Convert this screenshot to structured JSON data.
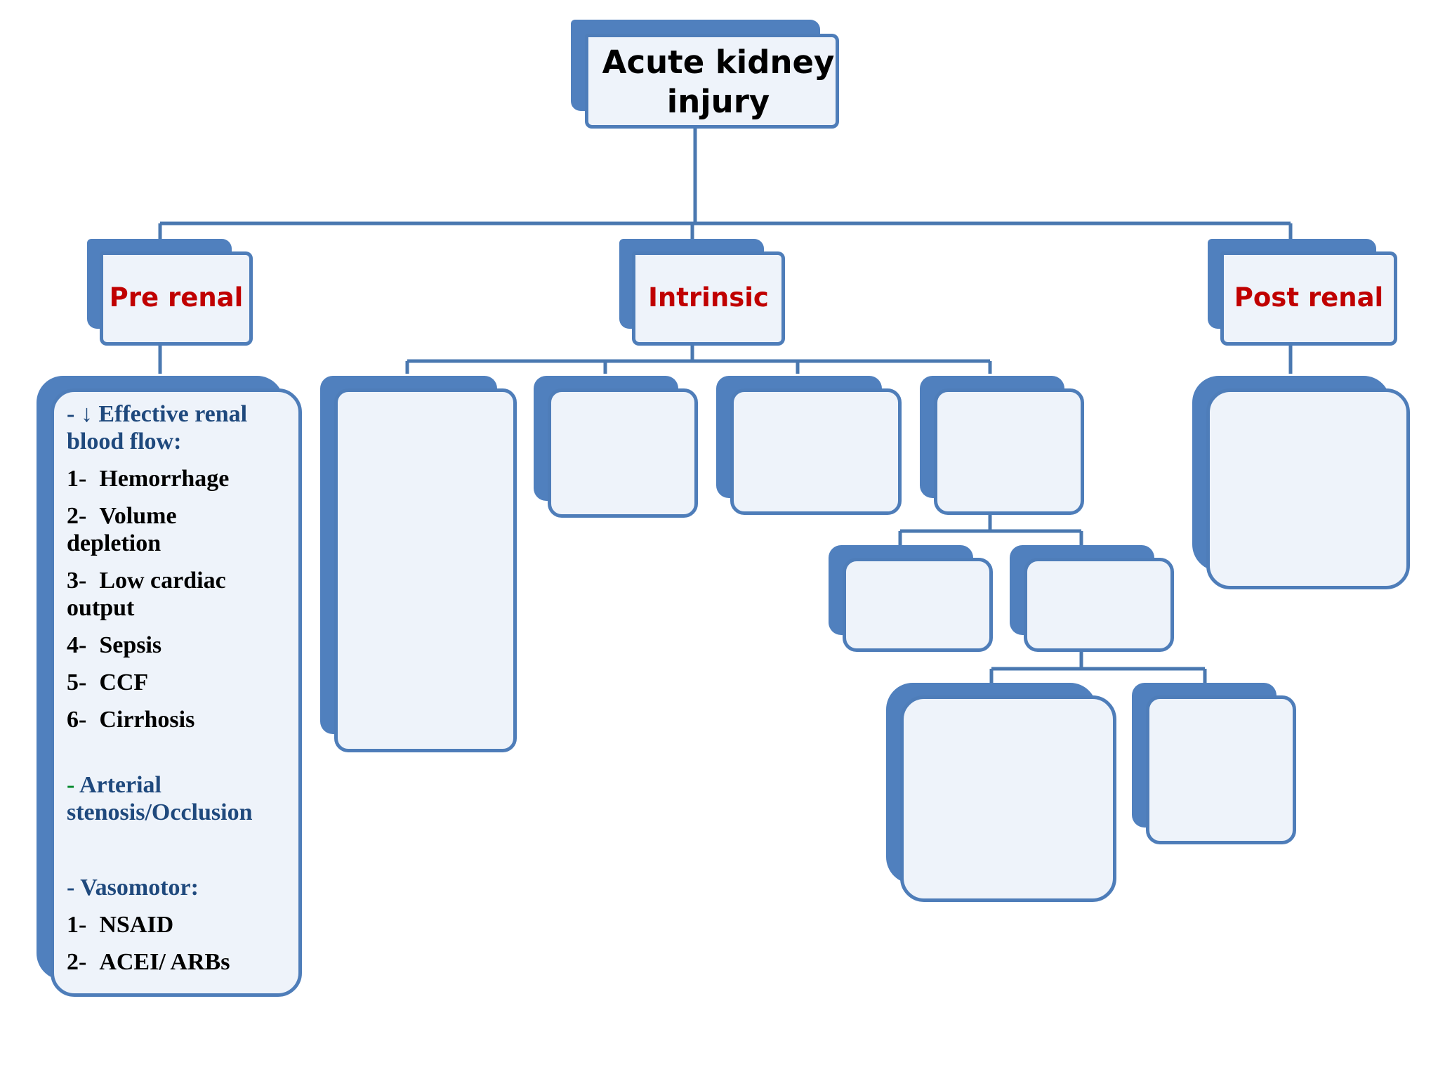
{
  "root": {
    "line1": "Acute kidney",
    "line2": "injury"
  },
  "categories": {
    "pre_renal": "Pre renal",
    "intrinsic": "Intrinsic",
    "post_renal": "Post renal"
  },
  "pre_renal_list": {
    "head1_dash": "- ↓",
    "head1_line1": "Effective renal",
    "head1_line2": "blood flow:",
    "causes": [
      {
        "num": "1-",
        "text": "Hemorrhage"
      },
      {
        "num": "2-",
        "text": "Volume",
        "text2": "depletion"
      },
      {
        "num": "3-",
        "text": "Low cardiac",
        "text2": "output"
      },
      {
        "num": "4-",
        "text": "Sepsis"
      },
      {
        "num": "5-",
        "text": "CCF"
      },
      {
        "num": "6-",
        "text": "Cirrhosis"
      }
    ],
    "head2_dash": "-",
    "head2_line1": "Arterial",
    "head2_line2": "stenosis/Occlusion",
    "head3": "- Vasomotor:",
    "vasomotor": [
      {
        "num": "1-",
        "text": "NSAID"
      },
      {
        "num": "2-",
        "text": "ACEI/ ARBs"
      }
    ]
  },
  "colors": {
    "box_shadow": "#5080be",
    "box_border": "#4e7db9",
    "box_fill": "#eef3fa",
    "connector": "#4a78b0",
    "category_text": "#c00000",
    "heading_text": "#1f497d",
    "green_dash": "#00882b"
  }
}
